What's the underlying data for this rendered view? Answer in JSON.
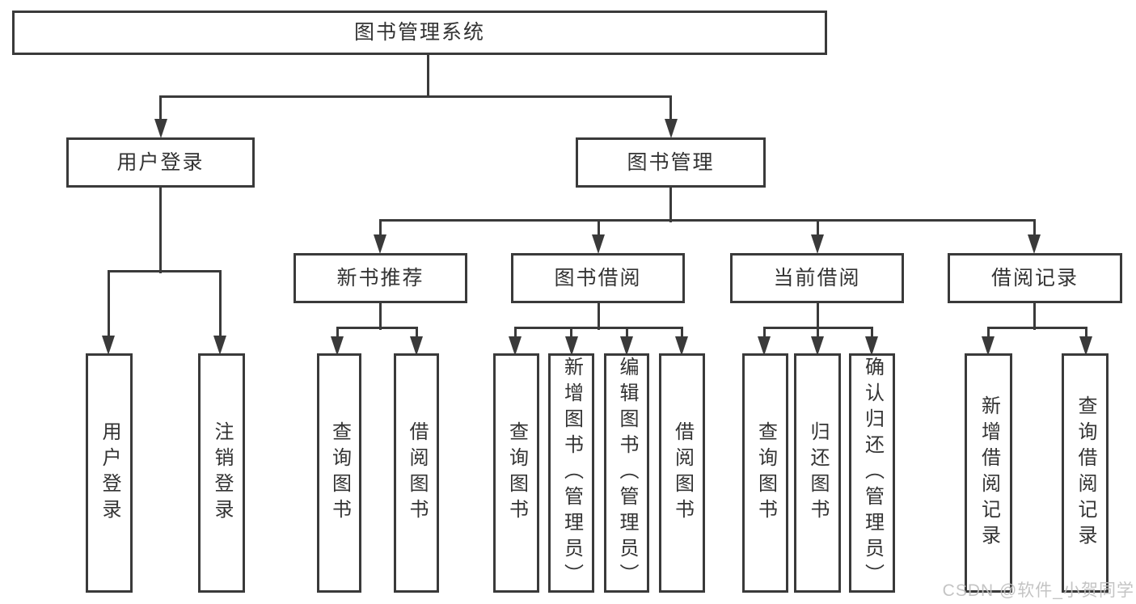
{
  "diagram": {
    "root": {
      "label": "图书管理系统"
    },
    "branches": {
      "user_login": {
        "label": "用户登录"
      },
      "book_management": {
        "label": "图书管理"
      }
    },
    "modules": {
      "new_book_recommend": {
        "label": "新书推荐"
      },
      "book_borrow": {
        "label": "图书借阅"
      },
      "current_borrow": {
        "label": "当前借阅"
      },
      "borrow_records": {
        "label": "借阅记录"
      }
    },
    "leaves": {
      "user_login": {
        "label": "用户登录"
      },
      "logout": {
        "label": "注销登录"
      },
      "nbr_query_books": {
        "label": "查询图书"
      },
      "nbr_borrow_books": {
        "label": "借阅图书"
      },
      "bb_query_books": {
        "label": "查询图书"
      },
      "bb_add_books": {
        "label": "新增图书（管理员）"
      },
      "bb_edit_books": {
        "label": "编辑图书（管理员）"
      },
      "bb_borrow_books": {
        "label": "借阅图书"
      },
      "cb_query_books": {
        "label": "查询图书"
      },
      "cb_return_books": {
        "label": "归还图书"
      },
      "cb_confirm_return": {
        "label": "确认归还（管理员）"
      },
      "br_add_record": {
        "label": "新增借阅记录"
      },
      "br_query_record": {
        "label": "查询借阅记录"
      }
    }
  },
  "watermark": {
    "text": "CSDN @软件_小贺同学"
  },
  "colors": {
    "line": "#3a3a3a",
    "text": "#333333",
    "box_background": "#ffffff",
    "page_background": "#ffffff",
    "watermark": "#bfbfbf"
  }
}
